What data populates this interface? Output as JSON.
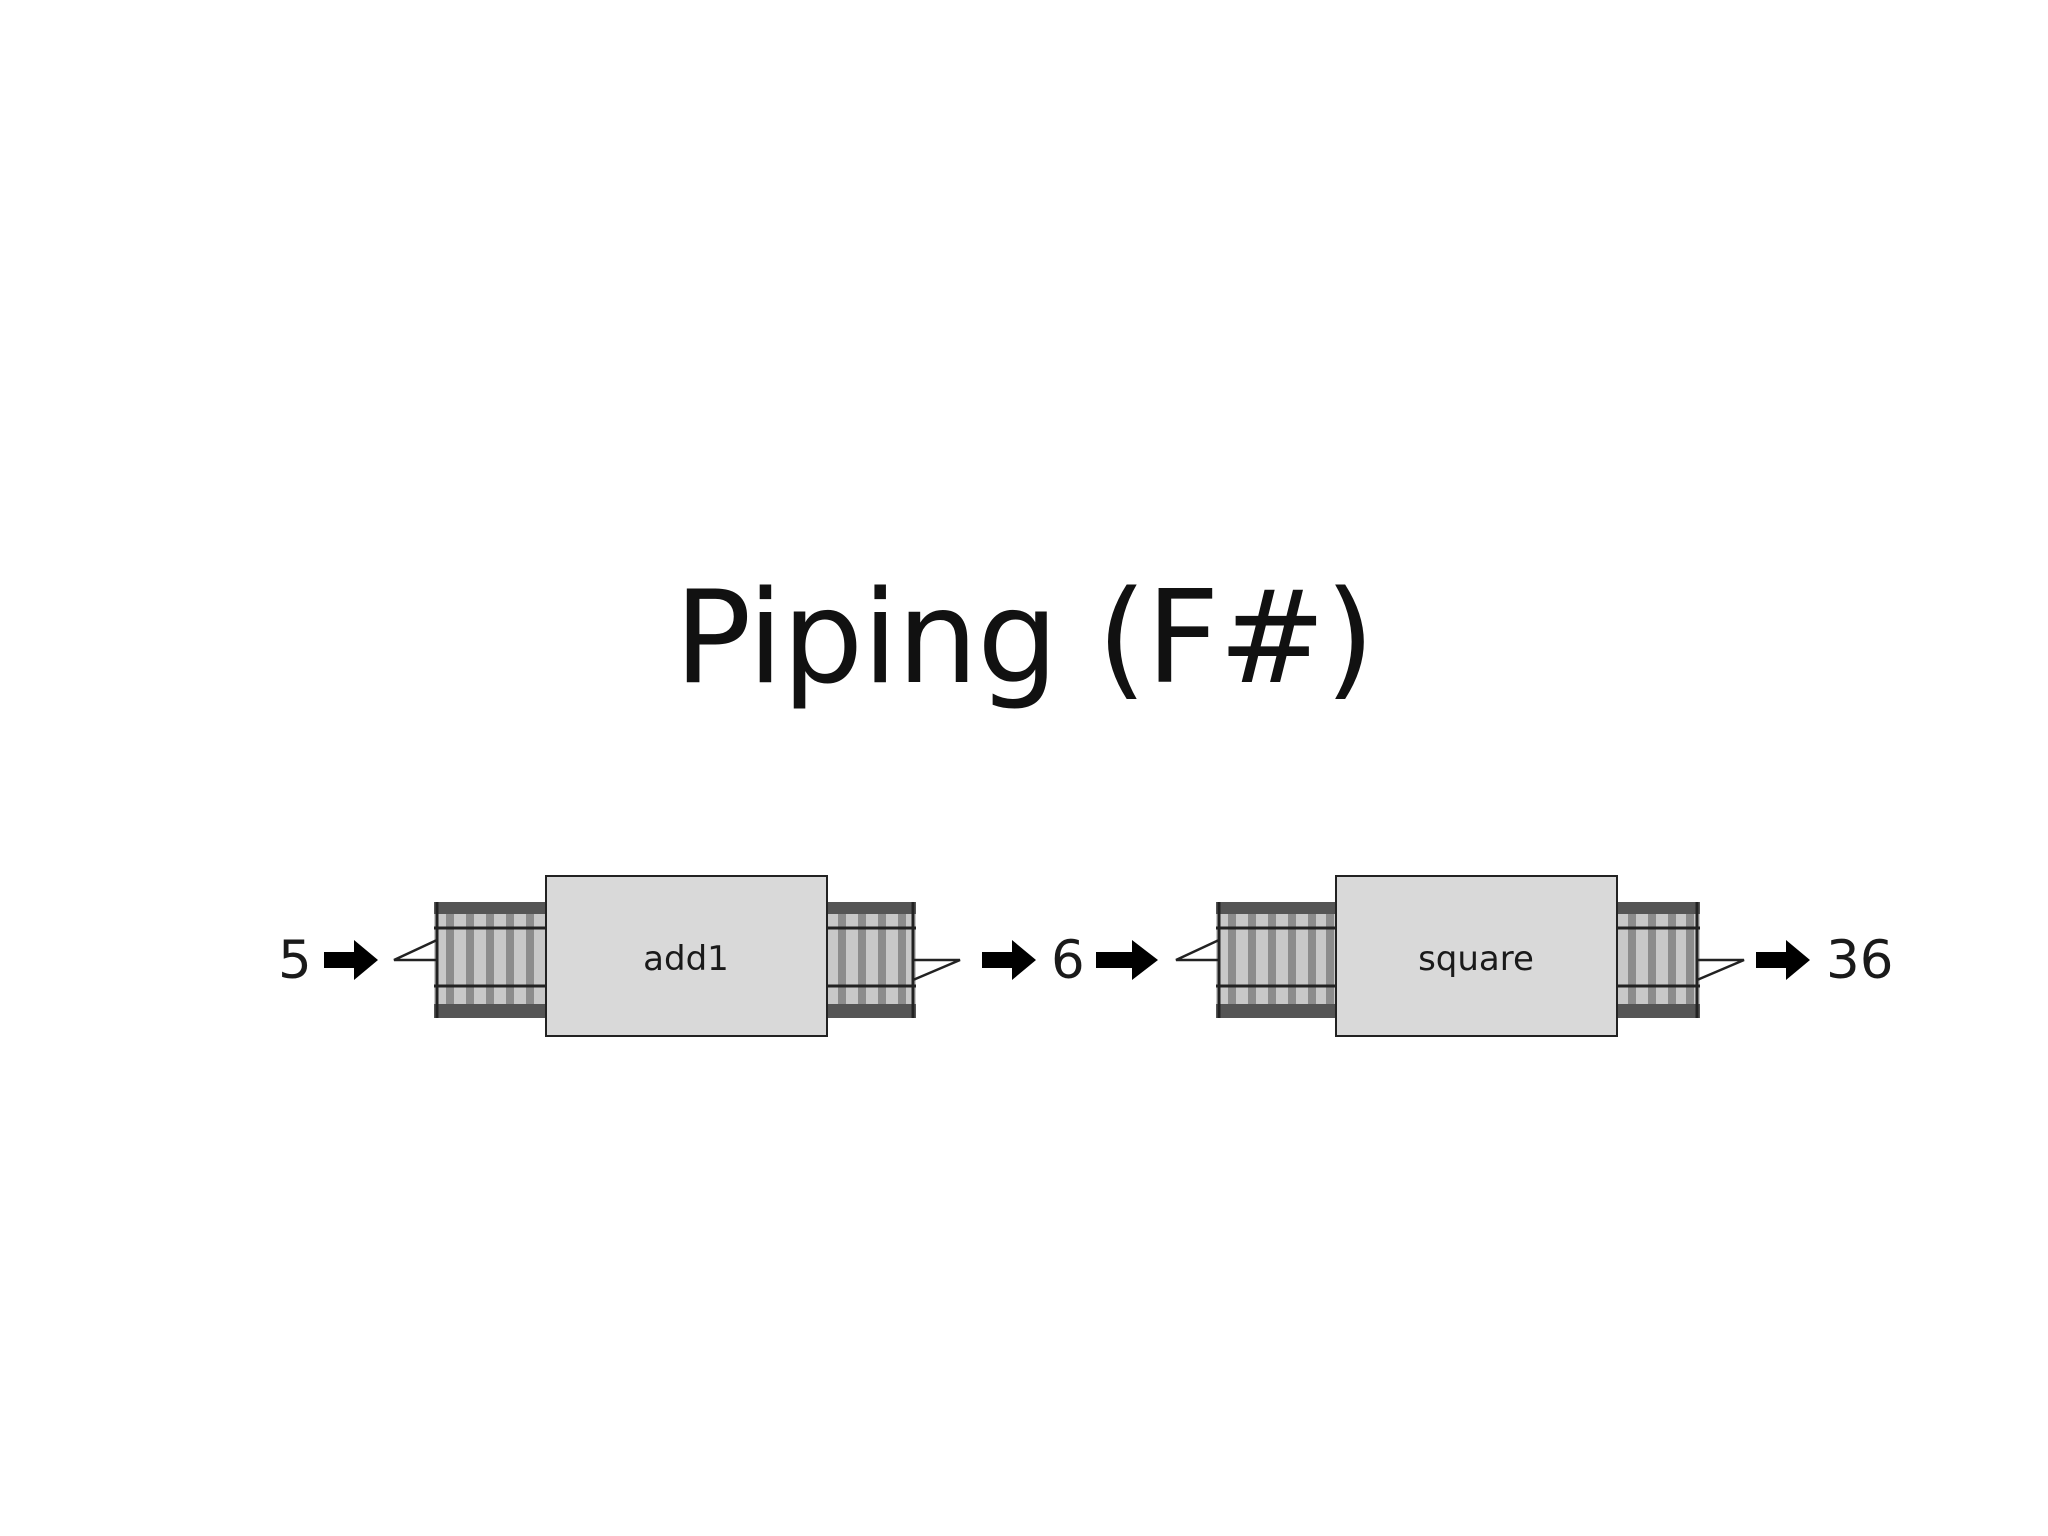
{
  "slide": {
    "title": "Piping (F#)"
  },
  "pipeline": {
    "input": "5",
    "functions": [
      {
        "name": "add1",
        "output": "6"
      },
      {
        "name": "square",
        "output": "36"
      }
    ]
  },
  "colors": {
    "box_fill": "#d9d9d9",
    "track_dark": "#555555",
    "track_light": "#c8c8c8",
    "track_mid": "#8c8c8c",
    "arrow": "#000000"
  },
  "icons": {
    "flow_arrow": "right-arrow-icon"
  }
}
